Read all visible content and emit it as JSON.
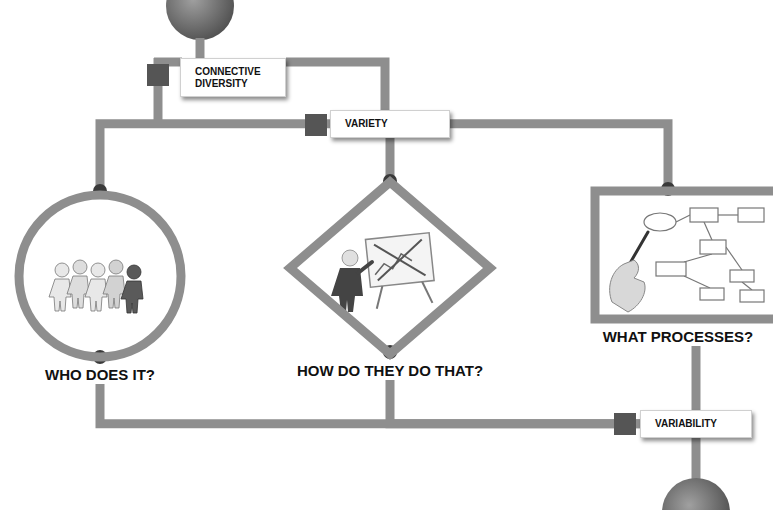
{
  "diagram": {
    "nodes": [
      {
        "text": [
          "CONNECTIVE DIVERSITY"
        ]
      },
      {
        "text": [
          "VARIETY"
        ]
      },
      {
        "text": [
          "WHO DOES IT?"
        ]
      },
      {
        "text": [
          "HOW DO THEY DO THAT?"
        ]
      },
      {
        "text": [
          "WHAT PROCESSES?"
        ]
      },
      {
        "text": [
          "VARIABILITY"
        ]
      }
    ],
    "edges": [
      {
        "from": 0,
        "to": 1,
        "arrow": "none"
      },
      {
        "from": 1,
        "to": 2,
        "arrow": "none"
      },
      {
        "from": 1,
        "to": 3,
        "arrow": "none"
      },
      {
        "from": 1,
        "to": 4,
        "arrow": "none"
      },
      {
        "from": 2,
        "to": 5,
        "arrow": "none"
      },
      {
        "from": 3,
        "to": 5,
        "arrow": "none"
      },
      {
        "from": 4,
        "to": 5,
        "arrow": "none"
      }
    ]
  }
}
